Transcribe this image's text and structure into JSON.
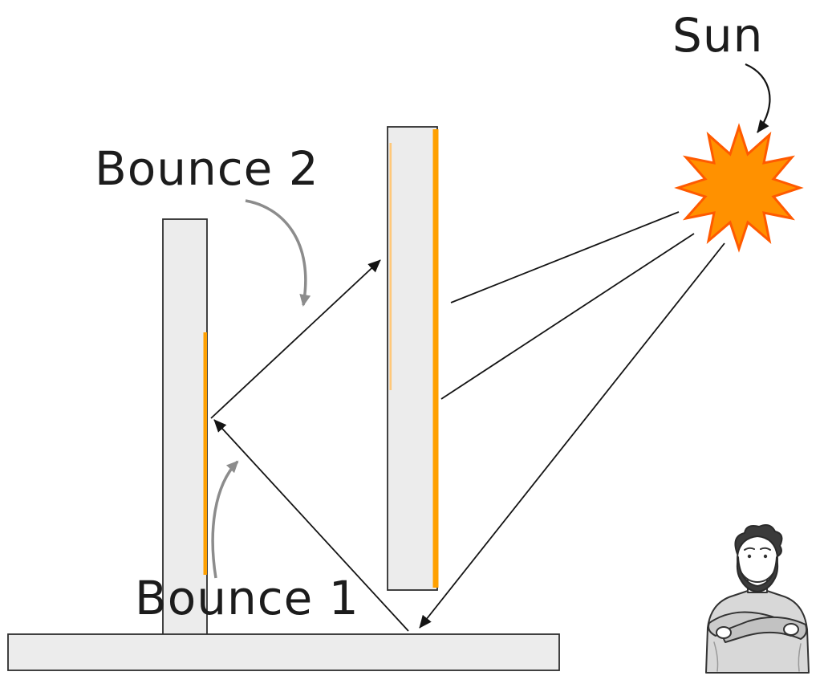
{
  "diagram": {
    "title": "light-bounce-diagram",
    "labels": {
      "sun": "Sun",
      "bounce_2": "Bounce 2",
      "bounce_1": "Bounce 1"
    },
    "colors": {
      "background": "#FFFFFF",
      "sun_fill": "#FF9100",
      "sun_stroke": "#FF5A00",
      "panel_fill": "#ECECEC",
      "panel_stroke": "#2E2E2E",
      "lit_edge": "#FFA000",
      "lit_edge_faint": "#FFC879",
      "ray": "#141414",
      "annotation_arrow": "#8C8C8C",
      "label_text": "#1C1C1C"
    }
  }
}
